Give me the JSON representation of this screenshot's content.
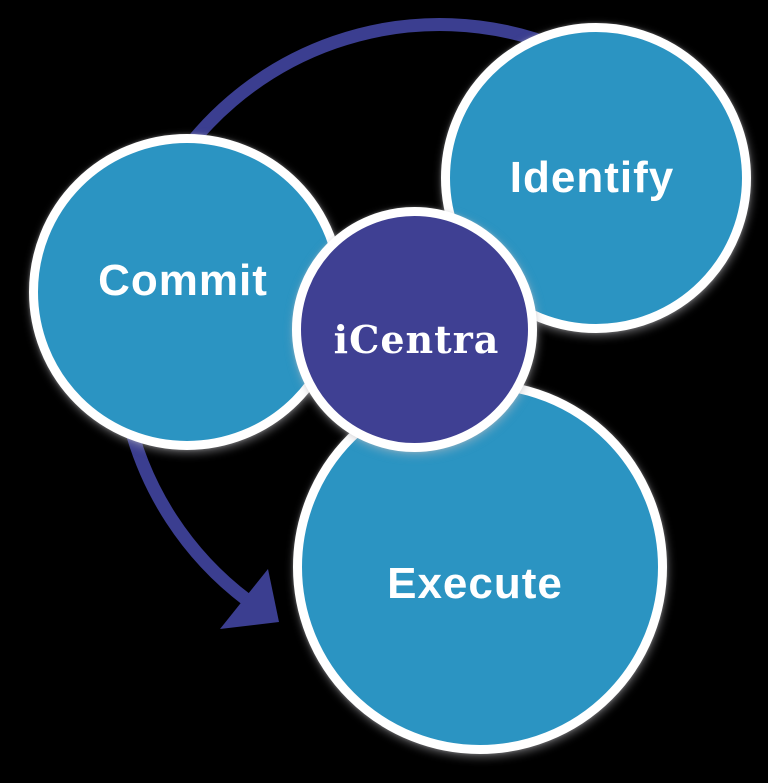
{
  "page": {
    "background_color": "#000000"
  },
  "diagram": {
    "type": "cycle",
    "center_node": {
      "id": "icentra",
      "label": "iCentra",
      "fill_color": "#3F4093",
      "text_color": "#FFFFFF",
      "border_color": "#FFFFFF"
    },
    "nodes": [
      {
        "id": "commit",
        "label": "Commit",
        "fill_color": "#2B94C2",
        "text_color": "#FFFFFF",
        "border_color": "#FFFFFF",
        "position": "left"
      },
      {
        "id": "identify",
        "label": "Identify",
        "fill_color": "#2B94C2",
        "text_color": "#FFFFFF",
        "border_color": "#FFFFFF",
        "position": "top-right"
      },
      {
        "id": "execute",
        "label": "Execute",
        "fill_color": "#2B94C2",
        "text_color": "#FFFFFF",
        "border_color": "#FFFFFF",
        "position": "bottom"
      }
    ],
    "arrow": {
      "color": "#3B3E90",
      "shape": "circular arc sweeping counter-clockwise from behind the Identify circle, over the top, behind the Commit circle, ending in an arrowhead pointing down-right toward the Execute circle"
    }
  }
}
